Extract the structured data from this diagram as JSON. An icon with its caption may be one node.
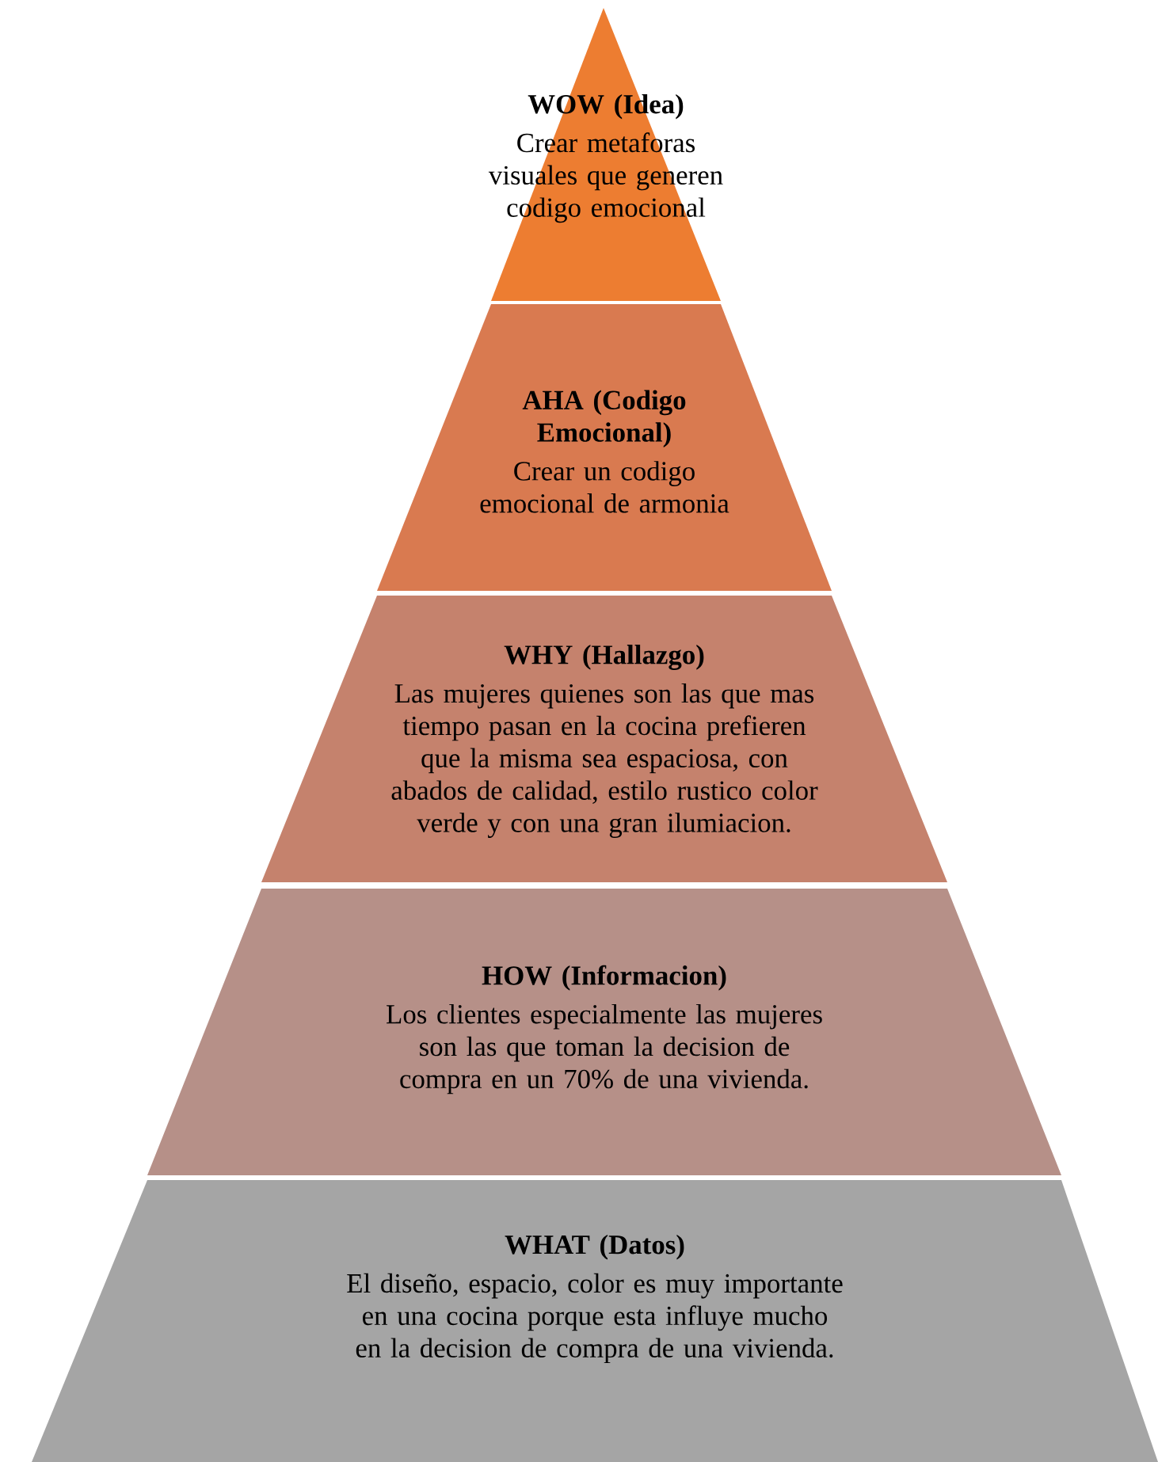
{
  "diagram": {
    "nodes": [
      {
        "text": [
          "WOW (Idea)",
          "Crear metaforas visuales que generen codigo emocional"
        ]
      },
      {
        "text": [
          "AHA (Codigo Emocional)",
          "Crear un codigo emocional de armonia"
        ]
      },
      {
        "text": [
          "WHY (Hallazgo)",
          "Las mujeres quienes son las que mas tiempo pasan en la cocina prefieren que la misma sea espaciosa, con abados de calidad, estilo rustico color verde y con una gran ilumiacion."
        ]
      },
      {
        "text": [
          "HOW (Informacion)",
          "Los clientes especialmente las mujeres son las que toman la decision de compra en un 70% de una vivienda."
        ]
      },
      {
        "text": [
          "WHAT (Datos)",
          "El diseño, espacio, color es muy importante en una cocina porque esta influye mucho en la decision de compra de una vivienda."
        ]
      }
    ],
    "edges": []
  }
}
